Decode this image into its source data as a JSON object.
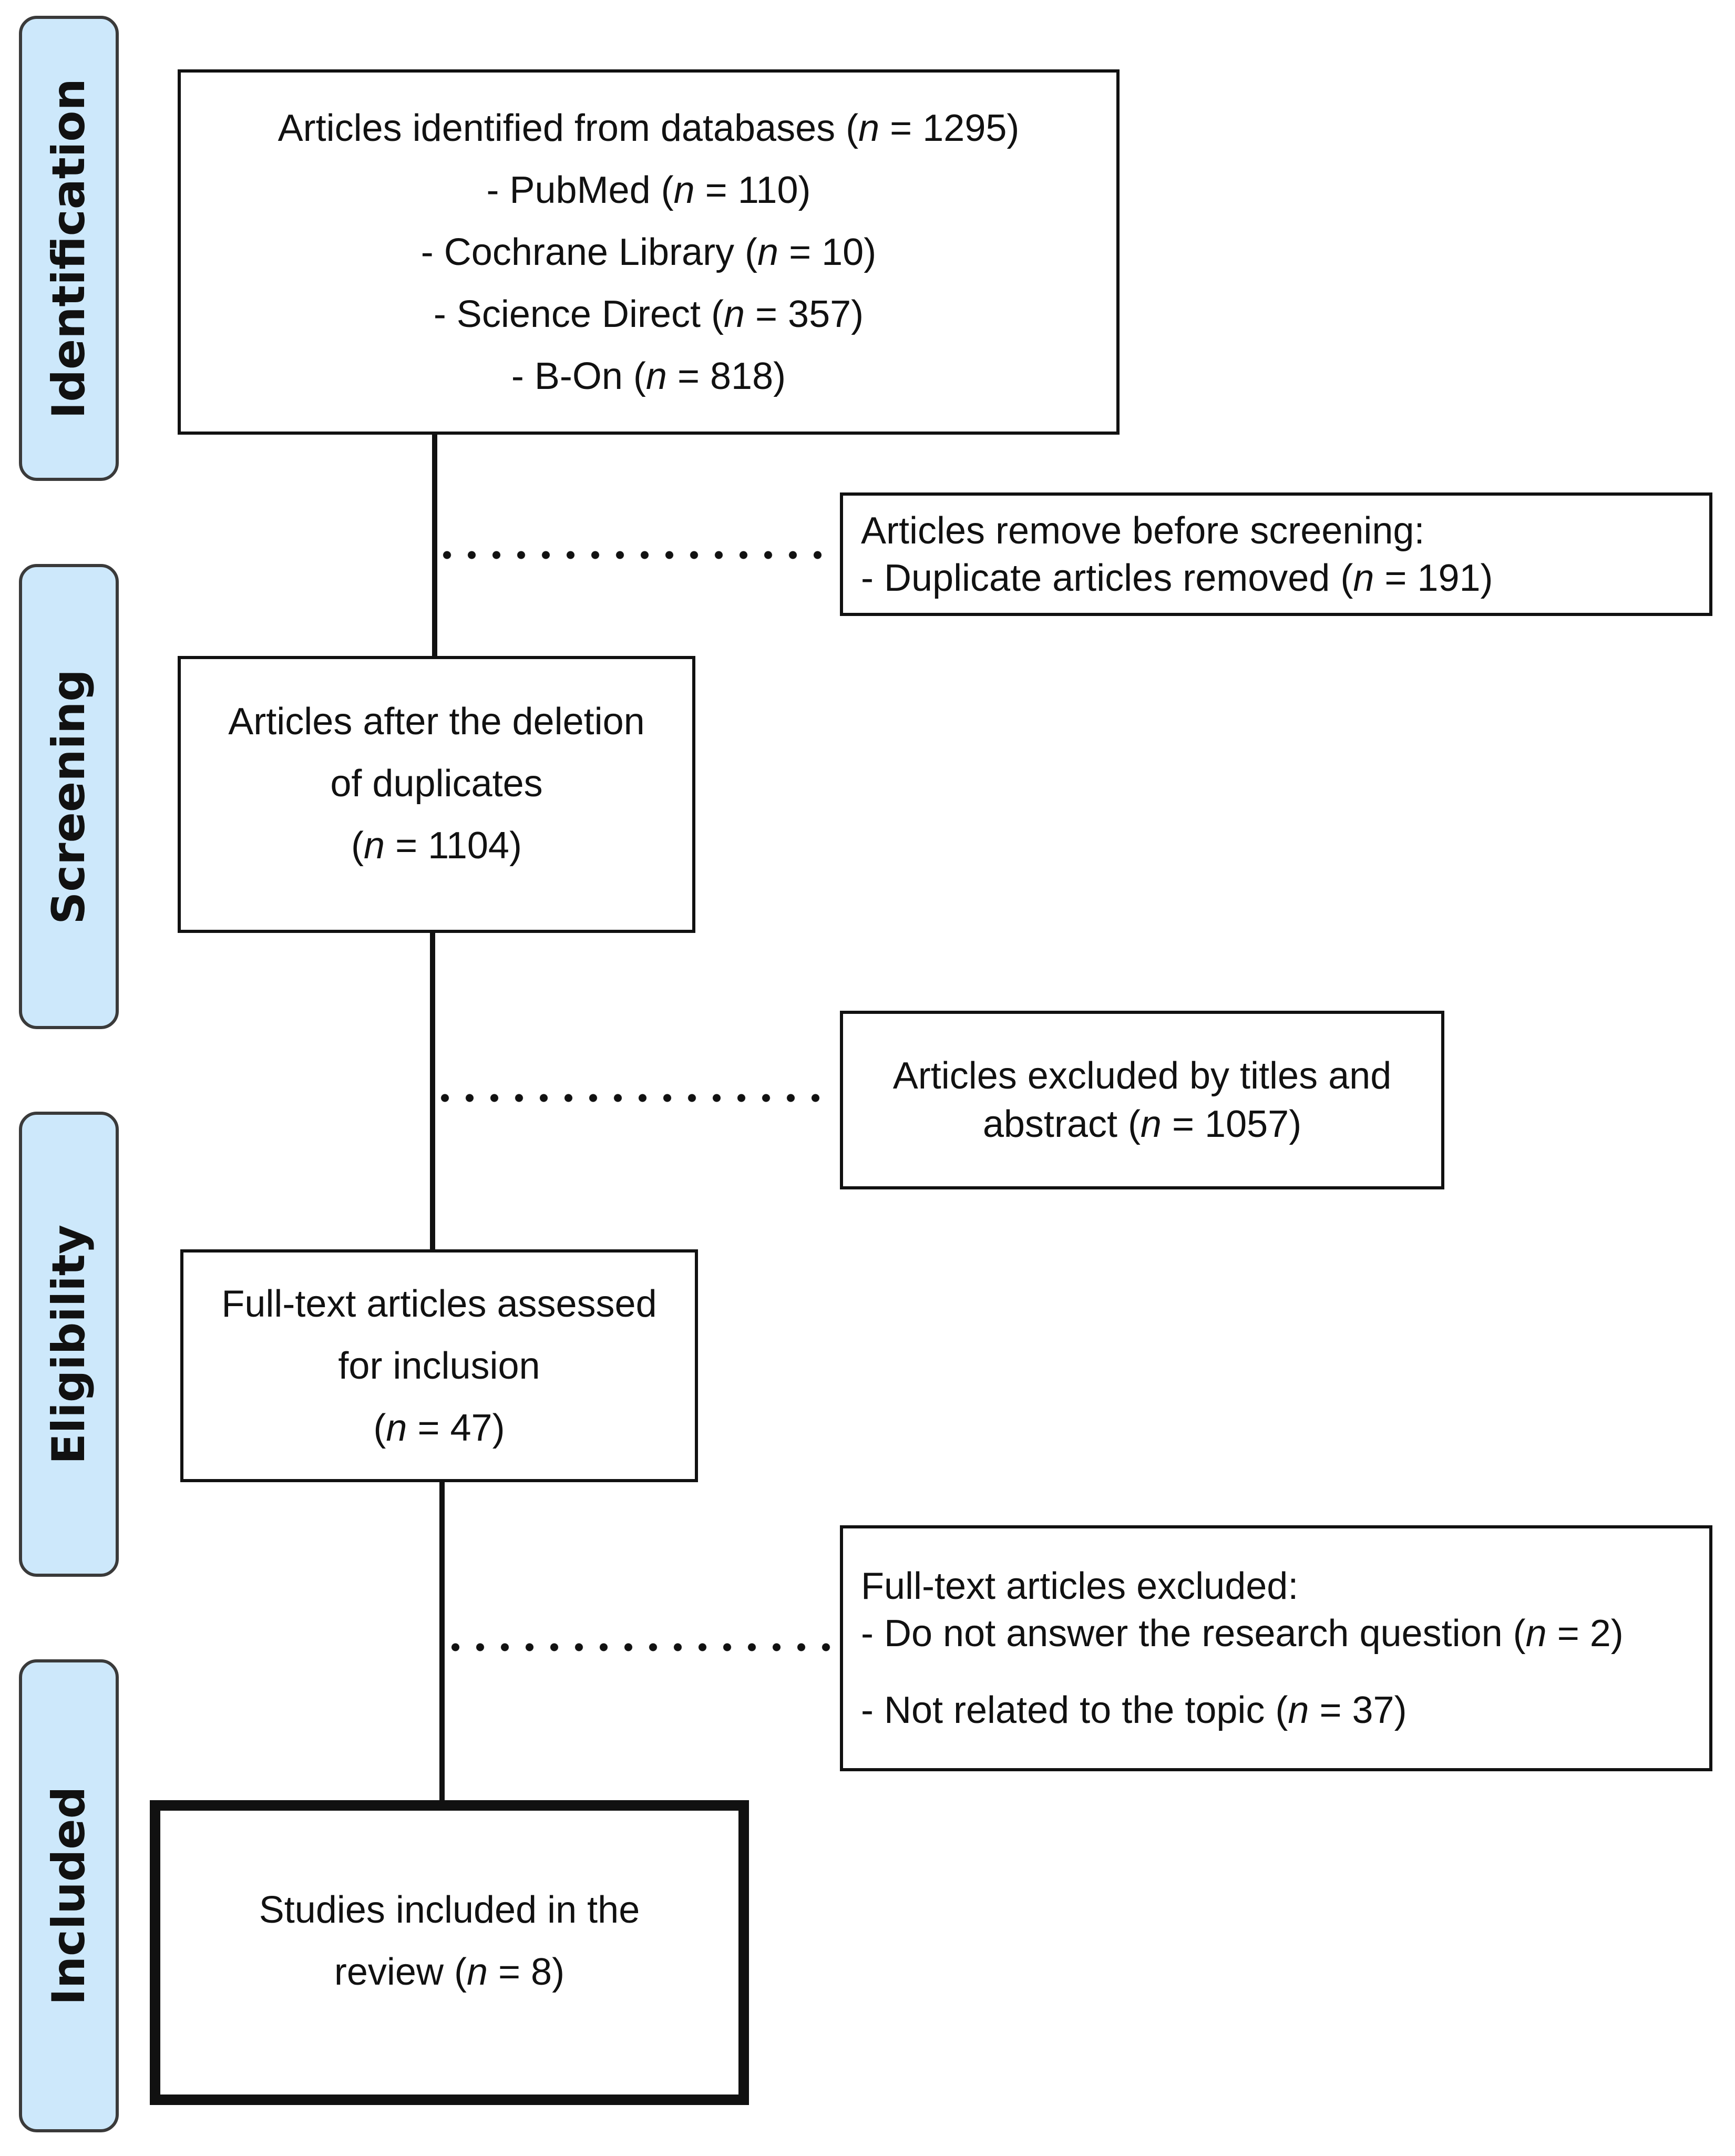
{
  "colors": {
    "phase_fill": "#cde8fb",
    "phase_border": "#3a3a3a",
    "line": "#111111",
    "background": "#ffffff"
  },
  "phases": {
    "identification": "Identification",
    "screening": "Screening",
    "eligibility": "Eligibility",
    "included": "Included"
  },
  "identified": {
    "line1_pre": "Articles identified from databases (",
    "n_symbol": "n",
    "line1_val": " = 1295)",
    "pubmed_pre": "- PubMed (",
    "pubmed_val": " = 110)",
    "cochrane_pre": "- Cochrane Library (",
    "cochrane_val": " = 10)",
    "science_pre": "- Science Direct (",
    "science_val": " = 357)",
    "bon_pre": "- B-On (",
    "bon_val": " = 818)"
  },
  "removed_before": {
    "line1": "Articles remove before screening:",
    "line2_pre": "- Duplicate articles removed (",
    "line2_val": " = 191)"
  },
  "after_dedup": {
    "line1": "Articles after the deletion",
    "line2": "of duplicates",
    "line3_pre": "(",
    "line3_val": " = 1104)"
  },
  "excluded_titles": {
    "line1": "Articles excluded by titles and",
    "line2_pre": "abstract (",
    "line2_val": " = 1057)"
  },
  "fulltext_assessed": {
    "line1": "Full-text articles assessed",
    "line2": "for inclusion",
    "line3_pre": "(",
    "line3_val": " = 47)"
  },
  "fulltext_excluded": {
    "line1": "Full-text articles excluded:",
    "line2_pre": "- Do not answer the research question (",
    "line2_val": " = 2)",
    "line3_pre": "- Not related to the topic (",
    "line3_val": " = 37)"
  },
  "included_studies": {
    "line1": "Studies included in the",
    "line2_pre": "review (",
    "line2_val": " = 8)"
  }
}
